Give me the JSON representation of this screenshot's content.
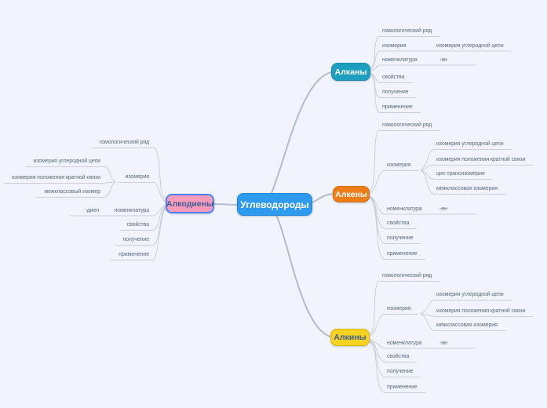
{
  "canvas": {
    "background": "#f1f4fc"
  },
  "root": {
    "label": "Углеводороды",
    "color": "#2f9bef",
    "text_color": "#ffffff"
  },
  "branches": {
    "alkany": {
      "label": "Алканы",
      "color": "#1e9fbf",
      "items": {
        "homolog": "гомологический ряд",
        "isomeria": "изомерия",
        "isomeria_chain": "изомерия углеродной цепи",
        "nomenklatura": "номенклатура",
        "suffix": "-ан",
        "properties": "свойства",
        "obtaining": "получение",
        "application": "применение"
      }
    },
    "alkeny": {
      "label": "Алкены",
      "color": "#ed7d18",
      "items": {
        "homolog": "гомологический ряд",
        "isomeria": "изомерия",
        "isomeria_chain": "изомерия углеродной цепи",
        "isomeria_bond": "изомерия положения кратной связи",
        "cis_trans": "цис-трансизомерия",
        "interclass": "межклассовая изомерия",
        "nomenklatura": "номенклатура",
        "suffix": "-ен",
        "properties": "свойства",
        "obtaining": "получение",
        "application": "применение"
      }
    },
    "alkiny": {
      "label": "Алкины",
      "color": "#f6d320",
      "items": {
        "homolog": "гомологический ряд",
        "isomeria": "изомерия",
        "isomeria_chain": "изомерия углеродной цепи",
        "isomeria_bond": "изомерия положения кратной связи",
        "interclass": "межклассовая изомерия",
        "nomenklatura": "номенклатура",
        "suffix": "-ин",
        "properties": "свойства",
        "obtaining": "получение",
        "application": "применение"
      }
    },
    "alkodieny": {
      "label": "Алкодиены",
      "color": "#f99cbb",
      "border_color": "#4b82f5",
      "items": {
        "homolog": "гомологический ряд",
        "isomeria": "изомерия",
        "isomeria_chain": "изомерия углеродной цепи",
        "isomeria_bond": "изомерия положения кратной связи",
        "interclass": "межклассовый изомер",
        "nomenklatura": "номенклатура",
        "suffix": "-диен",
        "properties": "свойства",
        "obtaining": "получение",
        "application": "применение"
      }
    }
  }
}
